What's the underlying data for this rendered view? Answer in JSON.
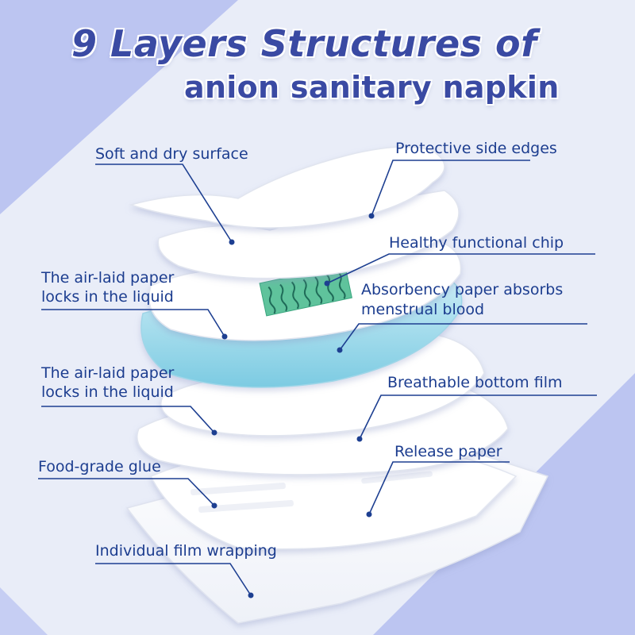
{
  "title": {
    "line1": "9 Layers Structures of",
    "line2": "anion sanitary napkin"
  },
  "labels": {
    "soft_dry_surface": "Soft and dry surface",
    "protective_side_edges": "Protective side edges",
    "healthy_functional_chip": "Healthy functional chip",
    "air_laid_1_line1": "The air-laid paper",
    "air_laid_1_line2": "locks in the liquid",
    "absorbency_line1": "Absorbency paper absorbs",
    "absorbency_line2": "menstrual blood",
    "air_laid_2_line1": "The air-laid paper",
    "air_laid_2_line2": "locks in the liquid",
    "breathable_bottom_film": "Breathable bottom film",
    "release_paper": "Release paper",
    "food_grade_glue": "Food-grade glue",
    "individual_film_wrapping": "Individual film wrapping"
  },
  "colors": {
    "title": "#3a4aa3",
    "label": "#1c3d8f",
    "leader_line": "#1d3f91",
    "background_light": "#e9edf8",
    "background_band": "#b9c2ef",
    "absorbent_layer": "#8fd3e8",
    "chip": "#5dc09a"
  }
}
